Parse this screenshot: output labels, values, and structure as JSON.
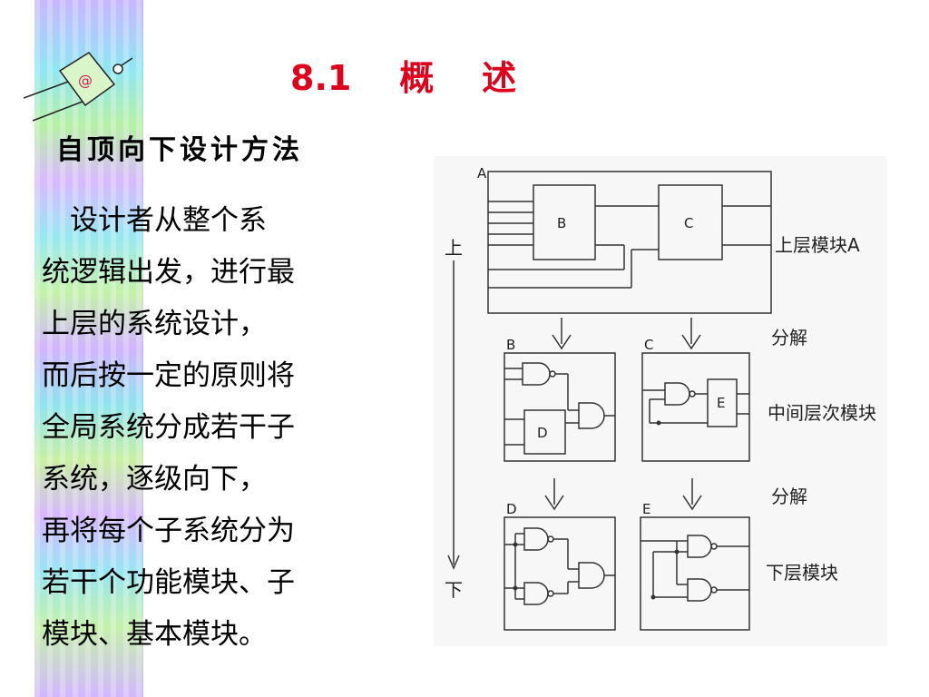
{
  "slide": {
    "title": "8.1    概    述",
    "heading": "自顶向下设计方法",
    "body_lines": [
      "　设计者从整个系",
      "统逻辑出发，进行最",
      "上层的系统设计，",
      "而后按一定的原则将",
      "全局系统分成若干子",
      "系统，逐级向下，",
      "再将每个子系统分为",
      "若干个功能模块、子",
      "模块、基本模块。"
    ],
    "logo_symbol": "@"
  },
  "diagram": {
    "top_module_letter": "A",
    "b_box": "B",
    "c_box": "C",
    "mid_b_letter": "B",
    "mid_c_letter": "C",
    "d_box": "D",
    "e_box": "E",
    "low_d_letter": "D",
    "low_e_letter": "E",
    "axis_top": "上",
    "axis_bottom": "下",
    "label_top": "上层模块A",
    "label_split1": "分解",
    "label_mid": "中间层次模块",
    "label_split2": "分解",
    "label_low": "下层模块"
  },
  "colors": {
    "title": "#e0001b",
    "line": "#333333"
  }
}
